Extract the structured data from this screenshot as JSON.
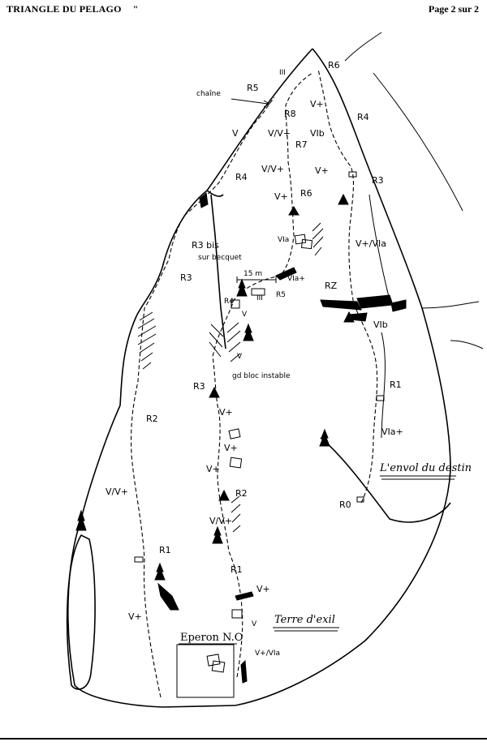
{
  "header": {
    "title": "TRIANGLE DU PELAGO",
    "quote_mark": "\"",
    "page": "Page 2 sur 2"
  },
  "routes": {
    "left": "Eperon N.O",
    "middle": "Terre d'exil",
    "right": "L'envol du destin"
  },
  "belay_labels": {
    "r0": "R0",
    "r1_right": "R1",
    "r2_right": "RZ",
    "r3_right": "R3",
    "r4_right": "R4",
    "r6_top": "R6",
    "r8": "R8",
    "r7": "R7",
    "r6_mid": "R6",
    "r5_top": "R5",
    "r4_left": "R4",
    "r3bis": "R3 bis",
    "r3bis_note": "sur becquet",
    "r3_left": "R3",
    "r2_left": "R2",
    "r1_left": "R1",
    "r5_mid": "R5",
    "r4_mid": "R4",
    "r3_mid": "R3",
    "r2_mid": "R2",
    "r1_mid": "R1"
  },
  "grades": {
    "g1": "V+",
    "g2": "VIb",
    "g3": "V+",
    "g4": "V+/VIa",
    "g5": "VIb",
    "g6": "VIa+",
    "g7": "V",
    "g8": "V/V+",
    "g9": "V/V+",
    "g10": "V+",
    "g11": "VIa",
    "g12": "VIa+",
    "g13": "V",
    "g14": "V+",
    "g15": "V+",
    "g16": "V+",
    "g17": "V/V+",
    "g18": "V+",
    "g19": "V",
    "g20": "V+/VIa",
    "g21": "V/V+",
    "g22": "V+",
    "g23": "III",
    "g24": "III"
  },
  "annotations": {
    "chain": "chaîne",
    "distance": "15 m",
    "loose_block": "gd bloc instable"
  }
}
